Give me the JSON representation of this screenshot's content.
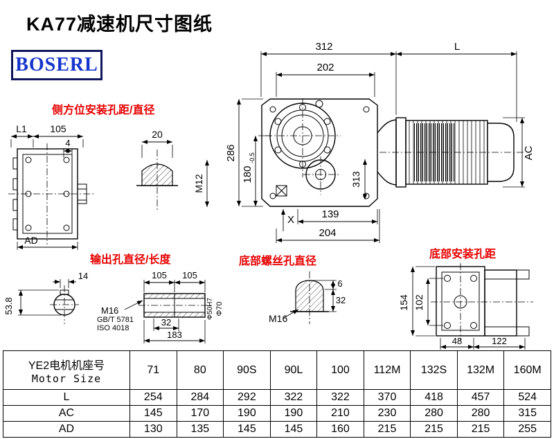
{
  "title": "KA77减速机尺寸图纸",
  "logo": {
    "text": "BOSERL",
    "color": "#1535cc"
  },
  "annotations": {
    "side_mount": "侧方位安装孔距/直径",
    "output_hole": "输出孔直径/长度",
    "bottom_screw": "底部螺丝孔直径",
    "bottom_mount": "底部安装孔距"
  },
  "main_view": {
    "gear_width": "312",
    "motor_length": "L",
    "flange_width": "202",
    "total_height": "286",
    "axis_height": "180",
    "axis_height_tol": "-0.5",
    "depth": "313",
    "foot_length": "139",
    "base_length": "204",
    "marker_x": "X",
    "motor_diameter": "AC"
  },
  "side_view": {
    "l1": "L1",
    "width": "105",
    "step": "4",
    "depth": "AD",
    "hole_depth": "20",
    "thread": "M12"
  },
  "output_shaft": {
    "key_width": "14",
    "bore_height": "53.8",
    "len_a": "105",
    "len_b": "105",
    "key_length": "32",
    "total_length": "183",
    "thread": "M16",
    "standard_1": "GB/T 5781",
    "standard_2": "ISO 4018",
    "bore_dia": "Φ50H7",
    "hub_dia": "Φ70"
  },
  "bottom_screw": {
    "tip": "6",
    "length": "32",
    "thread": "M16"
  },
  "bottom_mount": {
    "height": "154",
    "hole_pitch_v": "102",
    "edge_offset": "48",
    "hole_pitch_h": "122"
  },
  "table": {
    "header_cn": "YE2电机机座号",
    "header_en": "Motor Size",
    "columns": [
      "71",
      "80",
      "90S",
      "90L",
      "100",
      "112M",
      "132S",
      "132M",
      "160M"
    ],
    "rows": [
      {
        "label": "L",
        "values": [
          "254",
          "284",
          "292",
          "322",
          "322",
          "370",
          "418",
          "457",
          "524"
        ]
      },
      {
        "label": "AC",
        "values": [
          "145",
          "170",
          "190",
          "190",
          "210",
          "230",
          "280",
          "280",
          "315"
        ]
      },
      {
        "label": "AD",
        "values": [
          "130",
          "135",
          "145",
          "145",
          "160",
          "215",
          "215",
          "215",
          "255"
        ]
      }
    ]
  }
}
